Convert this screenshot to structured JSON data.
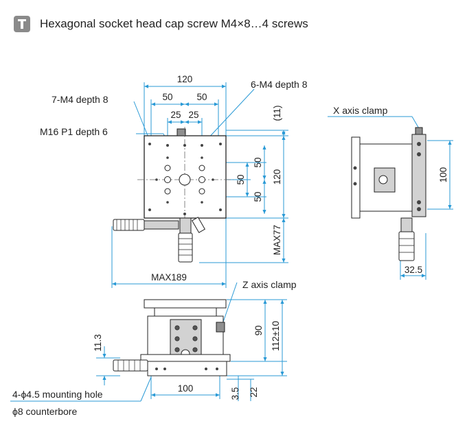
{
  "header": {
    "icon": "tool-icon",
    "title": "Hexagonal socket head cap screw M4×8…4 screws"
  },
  "top_view": {
    "width_dims": {
      "overall": "120",
      "half_left": "50",
      "half_right": "50",
      "inner_left": "25",
      "inner_right": "25",
      "max_width": "MAX189"
    },
    "height_dims": {
      "offset": "(11)",
      "overall": "120",
      "upper": "50",
      "lower": "50",
      "mid": "50",
      "max_height": "MAX77"
    },
    "callouts": {
      "tapped_holes_7": "7-M4 depth 8",
      "tapped_holes_6": "6-M4 depth 8",
      "center_hole": "M16 P1 depth 6"
    }
  },
  "side_view": {
    "callout": "X axis clamp",
    "height_dim": "100",
    "width_dim": "32.5"
  },
  "front_view": {
    "callout": "Z axis clamp",
    "dims": {
      "stage_height": "90",
      "total_height": "112±10",
      "base_offset": "11.3",
      "base_width": "100",
      "base_thickness": "3.5",
      "base_height": "22"
    },
    "mount_note_line1": "4-ϕ4.5  mounting hole",
    "mount_note_line2": "ϕ8 counterbore"
  },
  "colors": {
    "dimension_line": "#2a9ad6",
    "part_fill": "#8f8f8f",
    "part_light": "#d2d2d2",
    "outline": "#222222"
  }
}
